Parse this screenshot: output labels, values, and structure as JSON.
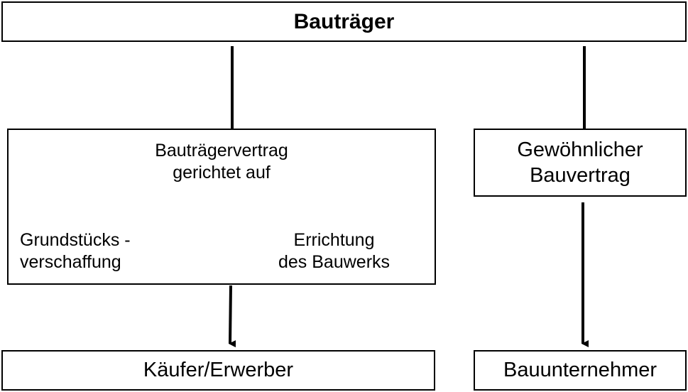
{
  "top": {
    "label": "Bauträger"
  },
  "contract": {
    "title_line1": "Bauträgervertrag",
    "title_line2": "gerichtet auf",
    "left_line1": "Grundstücks -",
    "left_line2": "verschaffung",
    "right_line1": "Errichtung",
    "right_line2": "des Bauwerks"
  },
  "ordinary": {
    "line1": "Gewöhnlicher",
    "line2": "Bauvertrag"
  },
  "buyer": {
    "label": "Käufer/Erwerber"
  },
  "contractor": {
    "label": "Bauunternehmer"
  },
  "colors": {
    "line": "#000000",
    "background": "#ffffff"
  }
}
